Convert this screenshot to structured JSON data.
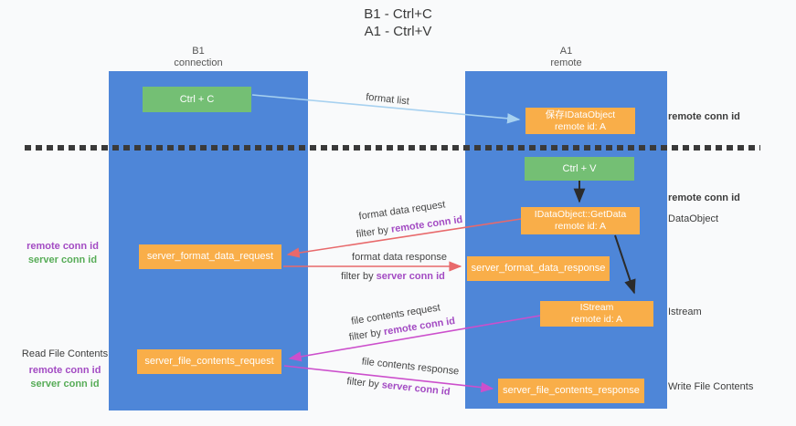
{
  "title": {
    "line1": "B1 - Ctrl+C",
    "line2": "A1 - Ctrl+V"
  },
  "lanes": {
    "b1": {
      "name": "B1",
      "role": "connection"
    },
    "a1": {
      "name": "A1",
      "role": "remote"
    }
  },
  "nodes": {
    "ctrl_c": {
      "label": "Ctrl + C"
    },
    "ctrl_v": {
      "label": "Ctrl + V"
    },
    "saved_dataobject": {
      "line1": "保存IDataObject",
      "line2": "remote id: A"
    },
    "getdata": {
      "line1": "IDataObject::GetData",
      "line2": "remote id: A"
    },
    "istream": {
      "line1": "IStream",
      "line2": "remote id: A"
    },
    "server_format_data_request": {
      "label": "server_format_data_request"
    },
    "server_format_data_response": {
      "label": "server_format_data_response"
    },
    "server_file_contents_request": {
      "label": "server_file_contents_request"
    },
    "server_file_contents_response": {
      "label": "server_file_contents_response"
    }
  },
  "arrow_labels": {
    "format_list": "format list",
    "format_data_request": "format data request",
    "format_data_response": "format data response",
    "file_contents_request": "file contents request",
    "file_contents_response": "file contents response",
    "filter_by": "filter by ",
    "remote_conn_id": "remote conn id",
    "server_conn_id": "server conn id"
  },
  "side_labels": {
    "left_format": {
      "remote": "remote conn id",
      "server": "server conn id"
    },
    "left_file": {
      "title": "Read File Contents",
      "remote": "remote conn id",
      "server": "server conn id"
    },
    "right": {
      "remote_conn_id_top": "remote conn id",
      "remote_conn_id_mid": "remote conn id",
      "dataobject": "DataObject",
      "istream": "Istream",
      "write_file_contents": "Write File Contents"
    }
  },
  "colors": {
    "lane_blue": "#4E86D8",
    "node_green": "#74BF74",
    "node_orange": "#F9AE49",
    "arrow_red": "#E8696B",
    "arrow_magenta": "#CC4FCC",
    "arrow_lightblue": "#A7D1F0",
    "arrow_black": "#2b2b2b",
    "label_purple": "#A34BC3",
    "label_green": "#57AC57",
    "dashed_line": "#3a3a3a"
  }
}
